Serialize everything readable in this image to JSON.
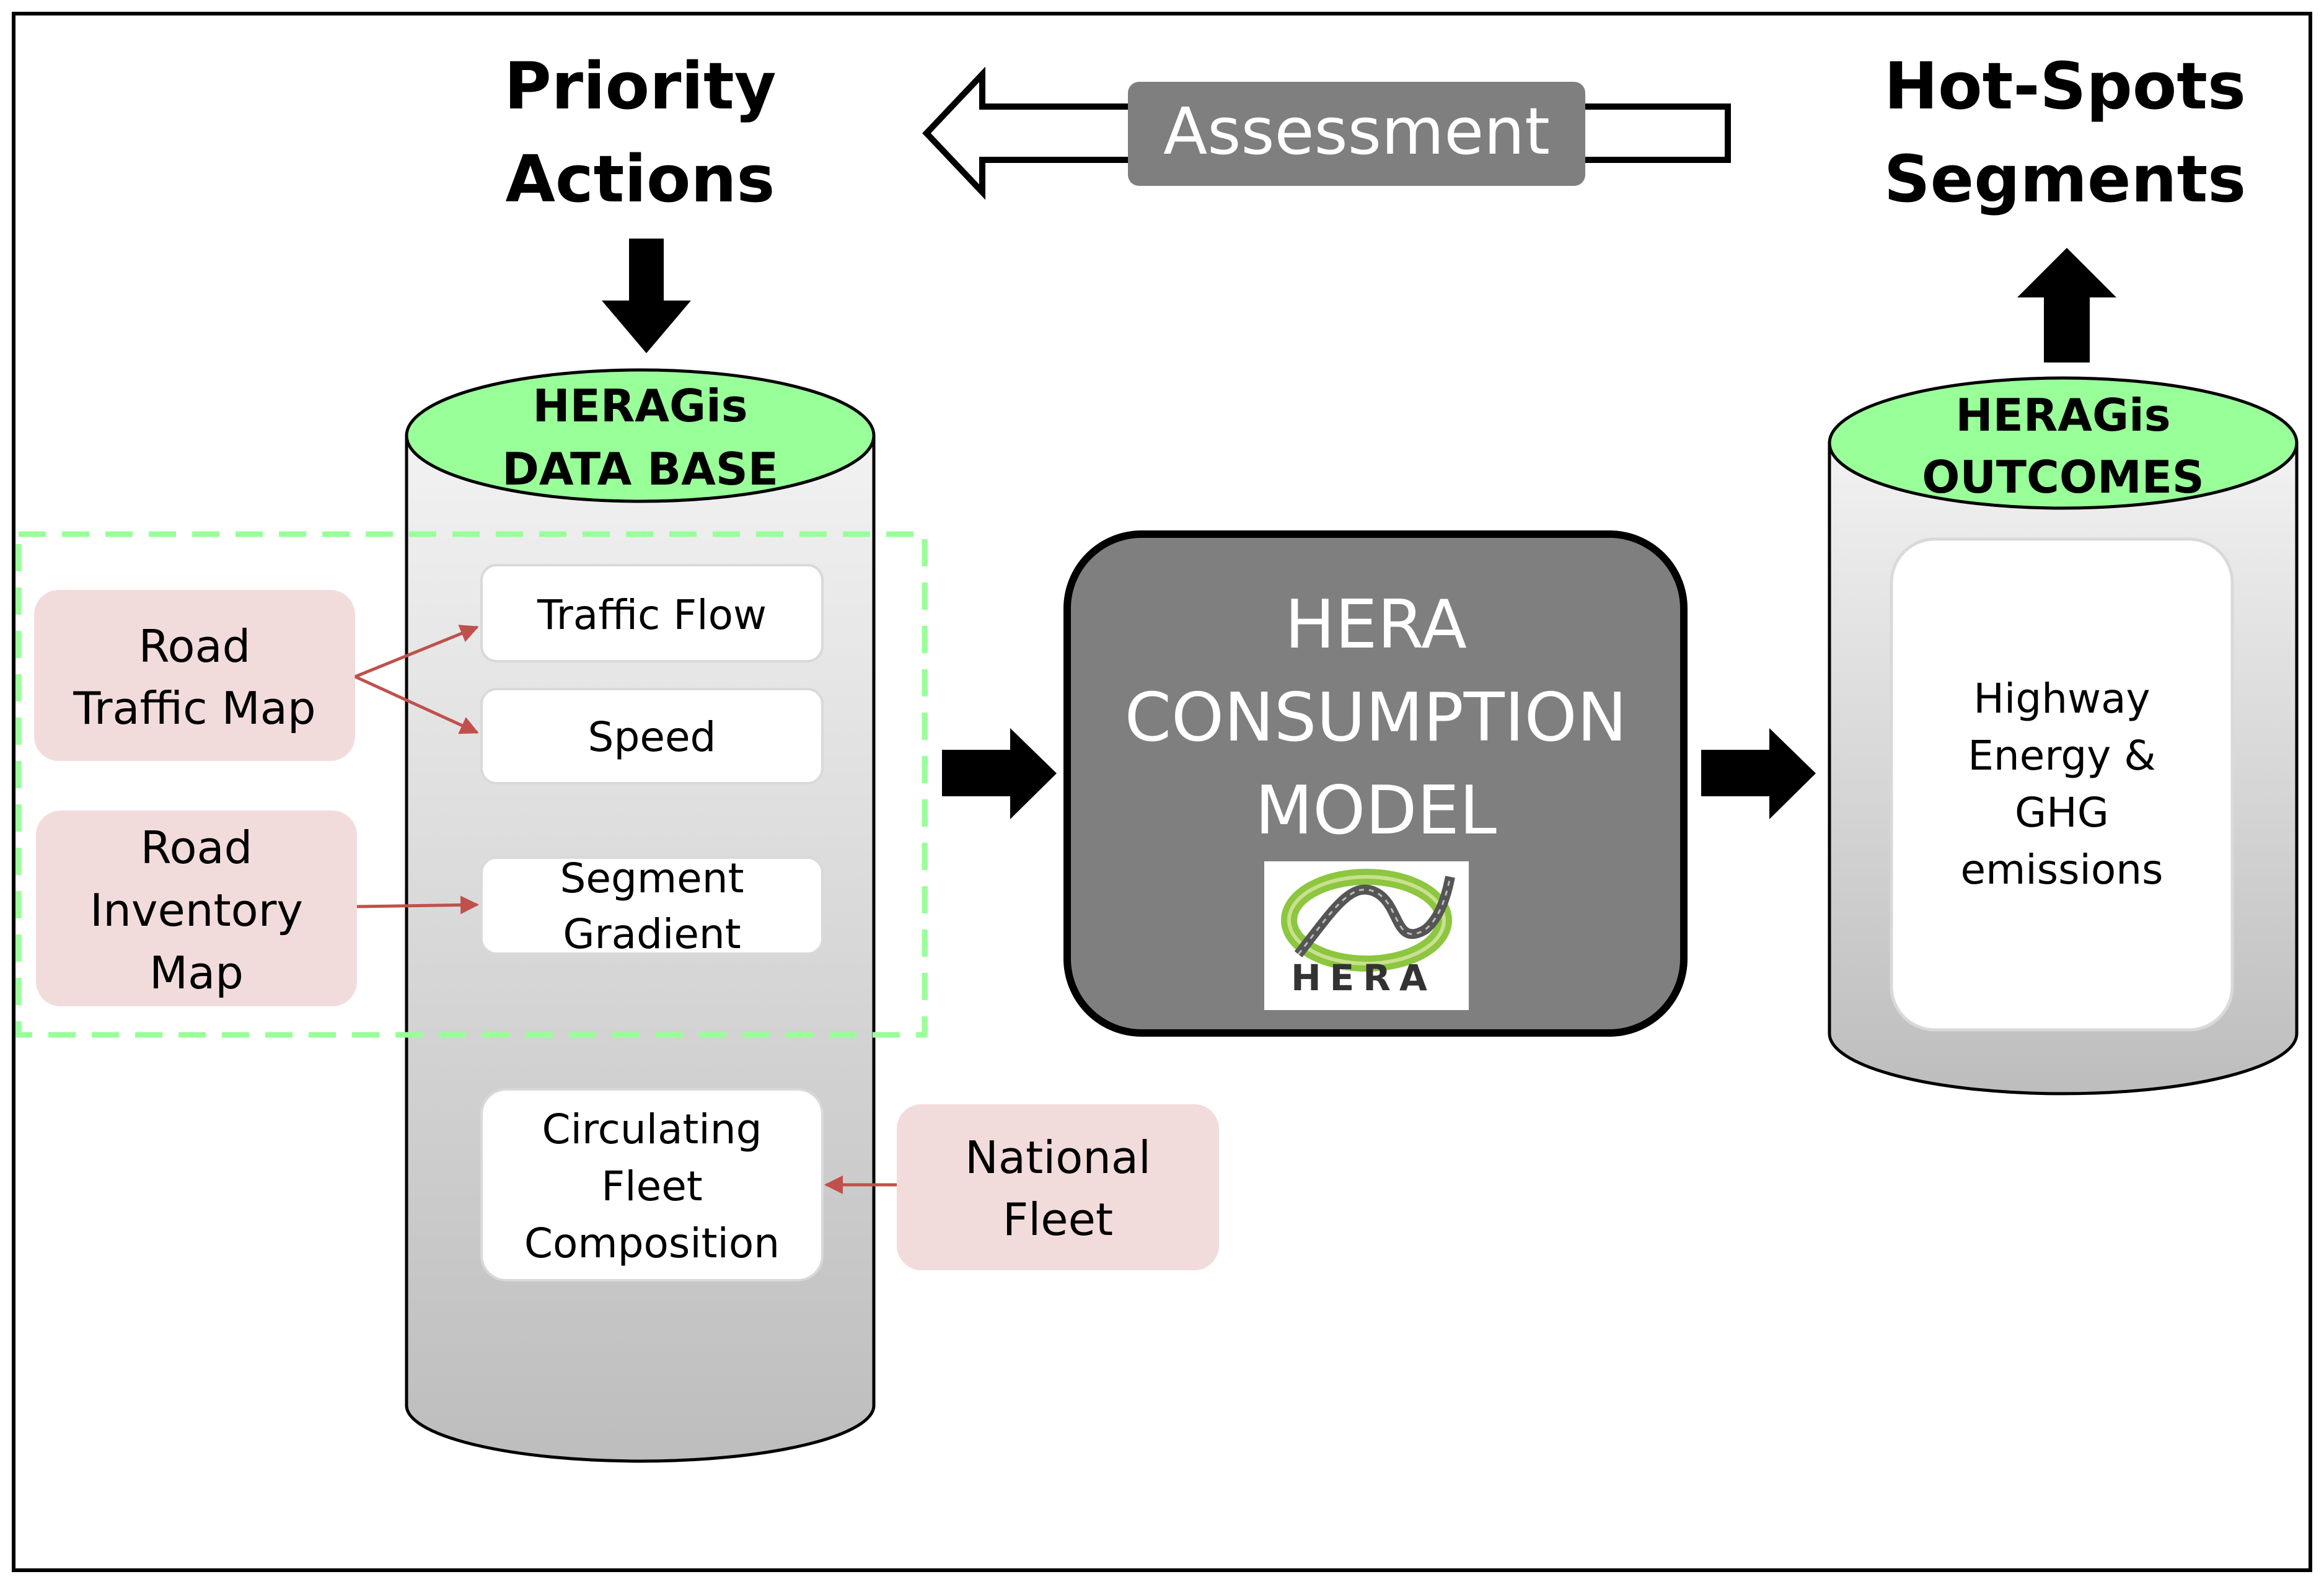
{
  "top": {
    "priority_line1": "Priority",
    "priority_line2": "Actions",
    "assessment": "Assessment",
    "hotspots_line1": "Hot-Spots",
    "hotspots_line2": "Segments"
  },
  "database": {
    "title_line1": "HERAGis",
    "title_line2": "DATA BASE",
    "items": {
      "traffic_flow": "Traffic Flow",
      "speed": "Speed",
      "segment_gradient_line1": "Segment",
      "segment_gradient_line2": "Gradient",
      "fleet_line1": "Circulating",
      "fleet_line2": "Fleet",
      "fleet_line3": "Composition"
    }
  },
  "inputs": {
    "traffic_map_line1": "Road",
    "traffic_map_line2": "Traffic Map",
    "inventory_map_line1": "Road",
    "inventory_map_line2": "Inventory",
    "inventory_map_line3": "Map",
    "national_fleet_line1": "National",
    "national_fleet_line2": "Fleet"
  },
  "model": {
    "line1": "HERA",
    "line2": "CONSUMPTION",
    "line3": "MODEL",
    "logo_text": "HERA"
  },
  "outcomes": {
    "title_line1": "HERAGis",
    "title_line2": "OUTCOMES",
    "content_line1": "Highway",
    "content_line2": "Energy &",
    "content_line3": "GHG",
    "content_line4": "emissions"
  },
  "colors": {
    "cylinder_top": "#99ff99",
    "cylinder_body": "#d4d4d4",
    "input_box": "#f2dcdb",
    "model_box": "#7f7f7f",
    "red_arrow": "#c0504d",
    "dashed_region": "#99ff99"
  }
}
